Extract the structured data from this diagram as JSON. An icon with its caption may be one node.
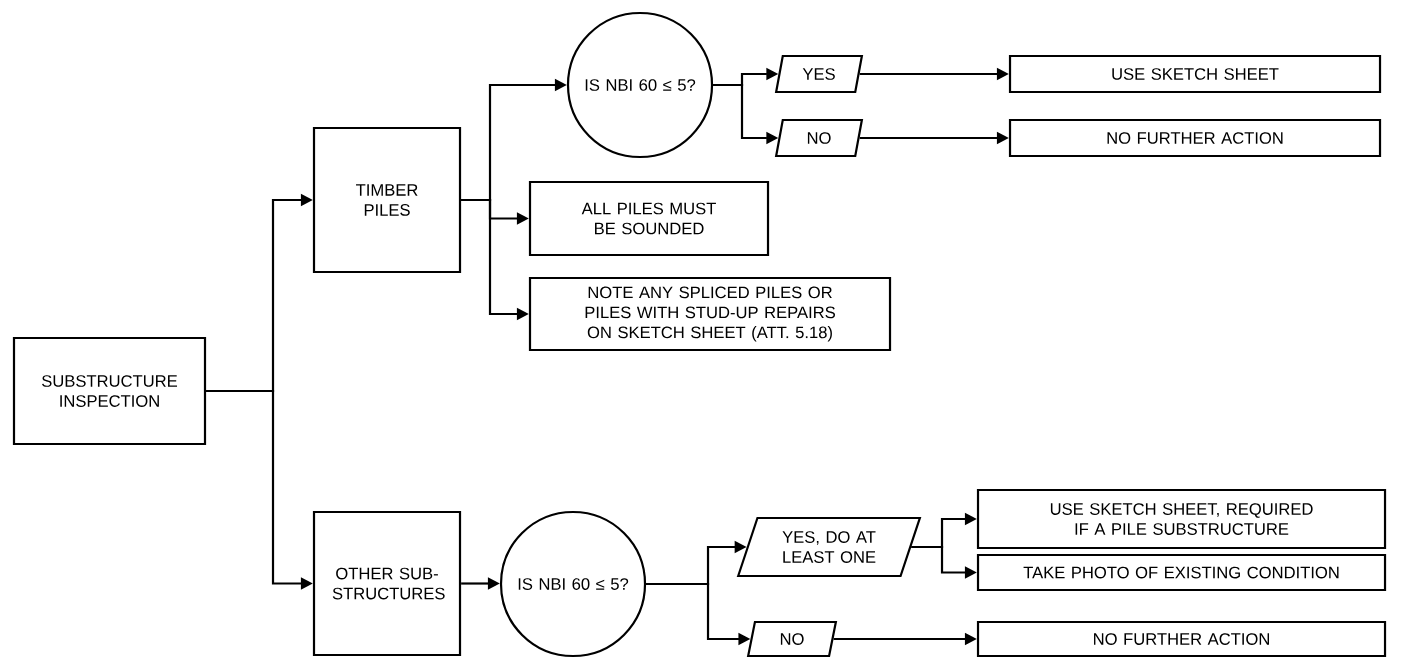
{
  "diagram": {
    "nodes": [
      {
        "text": [
          "SUBSTRUCTURE INSPECTION"
        ]
      },
      {
        "text": [
          "TIMBER PILES"
        ]
      },
      {
        "text": [
          "OTHER SUB-STRUCTURES"
        ]
      },
      {
        "text": [
          "IS NBI 60 ≤ 5?"
        ]
      },
      {
        "text": [
          "ALL PILES MUST BE SOUNDED"
        ]
      },
      {
        "text": [
          "NOTE ANY SPLICED PILES OR PILES WITH STUD-UP REPAIRS ON SKETCH SHEET (ATT. 5.18)"
        ]
      },
      {
        "text": [
          "YES"
        ]
      },
      {
        "text": [
          "NO"
        ]
      },
      {
        "text": [
          "USE SKETCH SHEET"
        ]
      },
      {
        "text": [
          "NO FURTHER ACTION"
        ]
      },
      {
        "text": [
          "IS NBI 60 ≤ 5?"
        ]
      },
      {
        "text": [
          "YES, DO AT LEAST ONE"
        ]
      },
      {
        "text": [
          "NO"
        ]
      },
      {
        "text": [
          "USE SKETCH SHEET, REQUIRED IF A PILE SUBSTRUCTURE"
        ]
      },
      {
        "text": [
          "TAKE PHOTO OF EXISTING CONDITION"
        ]
      },
      {
        "text": [
          "NO FURTHER ACTION"
        ]
      }
    ],
    "edges": [
      {
        "from": 0,
        "to": 1,
        "arrow": "to"
      },
      {
        "from": 0,
        "to": 2,
        "arrow": "to"
      },
      {
        "from": 1,
        "to": 3,
        "arrow": "to"
      },
      {
        "from": 1,
        "to": 4,
        "arrow": "to"
      },
      {
        "from": 1,
        "to": 5,
        "arrow": "to"
      },
      {
        "from": 3,
        "to": 6,
        "arrow": "to"
      },
      {
        "from": 3,
        "to": 7,
        "arrow": "to"
      },
      {
        "from": 6,
        "to": 8,
        "arrow": "to"
      },
      {
        "from": 7,
        "to": 9,
        "arrow": "to"
      },
      {
        "from": 2,
        "to": 10,
        "arrow": "to"
      },
      {
        "from": 10,
        "to": 11,
        "arrow": "to"
      },
      {
        "from": 10,
        "to": 12,
        "arrow": "to"
      },
      {
        "from": 11,
        "to": 13,
        "arrow": "to"
      },
      {
        "from": 11,
        "to": 14,
        "arrow": "to"
      },
      {
        "from": 12,
        "to": 15,
        "arrow": "to"
      }
    ]
  }
}
